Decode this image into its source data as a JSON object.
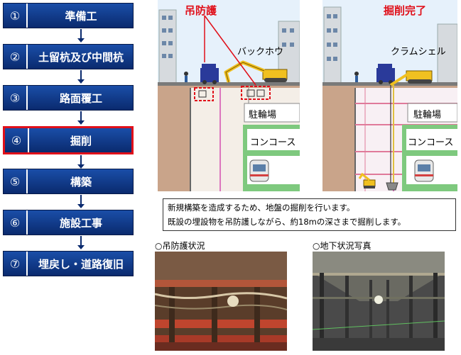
{
  "steps": [
    {
      "num": "①",
      "label": "準備工",
      "active": false
    },
    {
      "num": "②",
      "label": "土留杭及び中間杭",
      "active": false
    },
    {
      "num": "③",
      "label": "路面覆工",
      "active": false
    },
    {
      "num": "④",
      "label": "掘削",
      "active": true
    },
    {
      "num": "⑤",
      "label": "構築",
      "active": false
    },
    {
      "num": "⑥",
      "label": "施設工事",
      "active": false
    },
    {
      "num": "⑦",
      "label": "埋戻し・道路復旧",
      "active": false
    }
  ],
  "diagram_left": {
    "callout": "吊防護",
    "machine": "バックホウ",
    "parking": "駐輪場",
    "concourse": "コンコース"
  },
  "diagram_right": {
    "callout": "掘削完了",
    "machine": "クラムシェル",
    "parking": "駐輪場",
    "concourse": "コンコース"
  },
  "note": {
    "line1": "新規構築を造成するため、地盤の掘削を行います。",
    "line2": "既設の埋設物を吊防護しながら、約18mの深さまで掘削します。"
  },
  "photos": [
    {
      "caption": "○吊防護状況"
    },
    {
      "caption": "○地下状況写真"
    }
  ],
  "colors": {
    "step_bg": "#0a2a6e",
    "active_border": "#e0101a",
    "soil": "#c9a48a",
    "station_green": "#7ec97e"
  }
}
